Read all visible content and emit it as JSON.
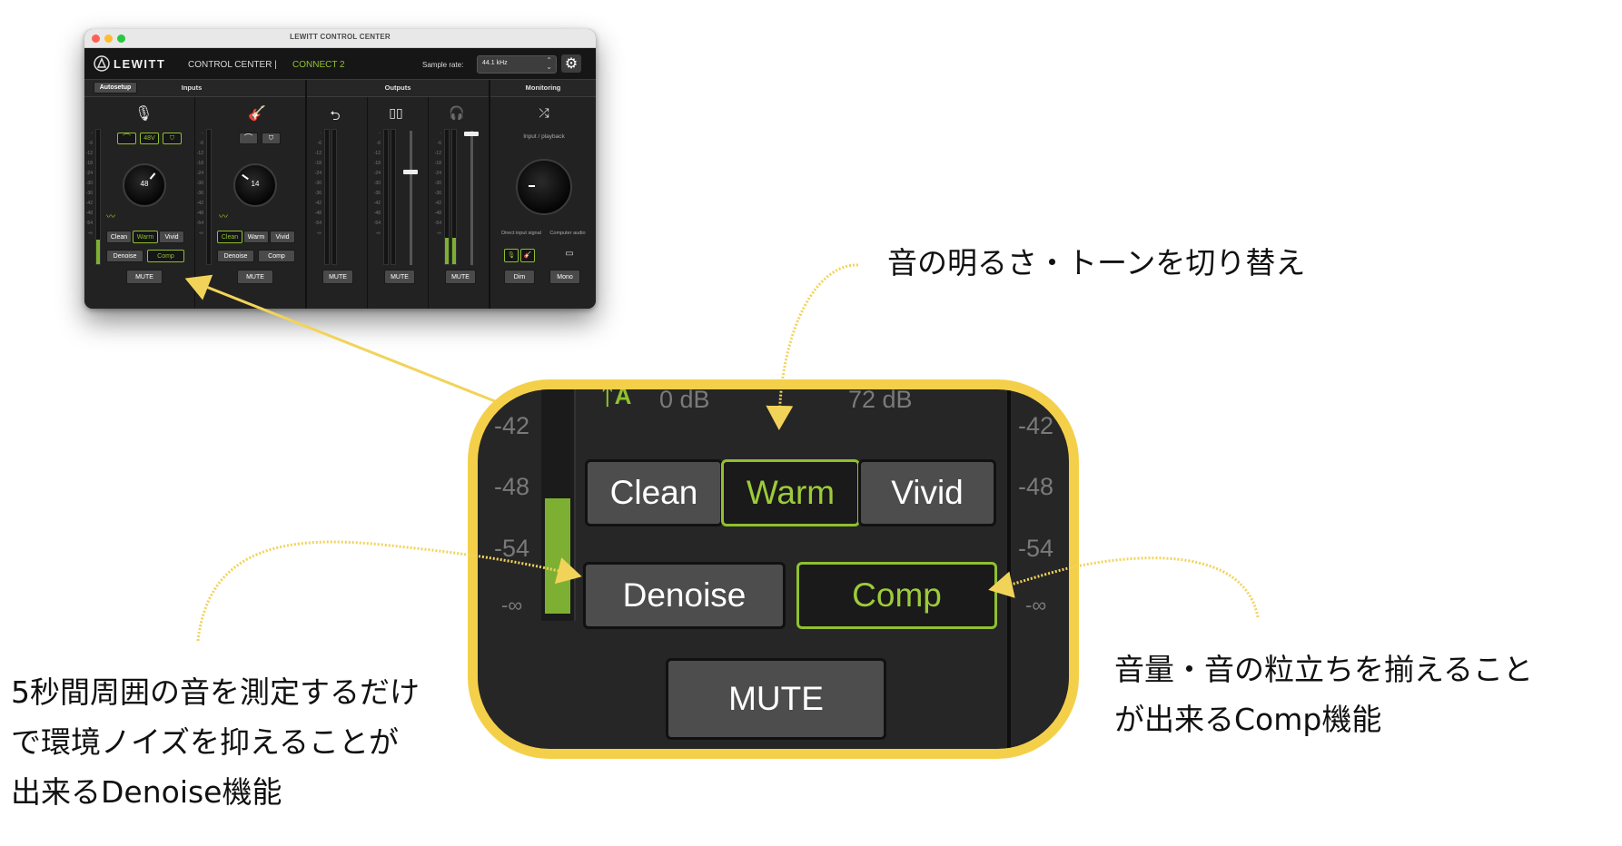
{
  "window": {
    "title": "LEWITT CONTROL CENTER",
    "brand": "LEWITT",
    "app_name": "CONTROL CENTER |",
    "device_name": "CONNECT 2",
    "sample_rate_label": "Sample rate:",
    "sample_rate_value": "44.1 kHz",
    "settings_icon": "gear-icon",
    "sections": {
      "autosetup": "Autosetup",
      "inputs": "Inputs",
      "outputs": "Outputs",
      "monitoring": "Monitoring"
    },
    "input1": {
      "icon": "microphone-icon",
      "phantom": "48V",
      "knob_value": "48",
      "tones": [
        "Clean",
        "Warm",
        "Vivid"
      ],
      "active_tone": "Warm",
      "denoise": "Denoise",
      "comp": "Comp",
      "comp_active": true,
      "mute": "MUTE"
    },
    "input2": {
      "icon": "guitar-icon",
      "knob_value": "14",
      "tones": [
        "Clean",
        "Warm",
        "Vivid"
      ],
      "active_tone": "Clean",
      "denoise": "Denoise",
      "comp": "Comp",
      "comp_active": false,
      "mute": "MUTE"
    },
    "outputs": [
      {
        "icon": "loopback-icon",
        "mute": "MUTE"
      },
      {
        "icon": "speakers-icon",
        "mute": "MUTE"
      },
      {
        "icon": "headphones-icon",
        "mute": "MUTE"
      }
    ],
    "monitoring": {
      "icon": "shuffle-icon",
      "label": "Input / playback",
      "direct_label": "Direct input signal",
      "computer_label": "Computer audio",
      "dim": "Dim",
      "mono": "Mono"
    }
  },
  "zoom": {
    "top_labels": [
      "0 dB",
      "72 dB"
    ],
    "left_scale": [
      "-42",
      "-48",
      "-54",
      "-∞"
    ],
    "right_scale": [
      "-42",
      "-48",
      "-54",
      "-∞"
    ],
    "tones": [
      "Clean",
      "Warm",
      "Vivid"
    ],
    "active_tone": "Warm",
    "denoise": "Denoise",
    "comp": "Comp",
    "mute": "MUTE"
  },
  "annotations": {
    "tone": "音の明るさ・トーンを切り替え",
    "comp_line1": "音量・音の粒立ちを揃えること",
    "comp_line2": "が出来るComp機能",
    "denoise_line1": "5秒間周囲の音を測定するだけ",
    "denoise_line2": "で環境ノイズを抑えることが",
    "denoise_line3": "出来るDenoise機能"
  },
  "colors": {
    "accent_green": "#8fc12e",
    "highlight_yellow": "#f4d04a",
    "arrow_yellow": "#f2d35a"
  }
}
